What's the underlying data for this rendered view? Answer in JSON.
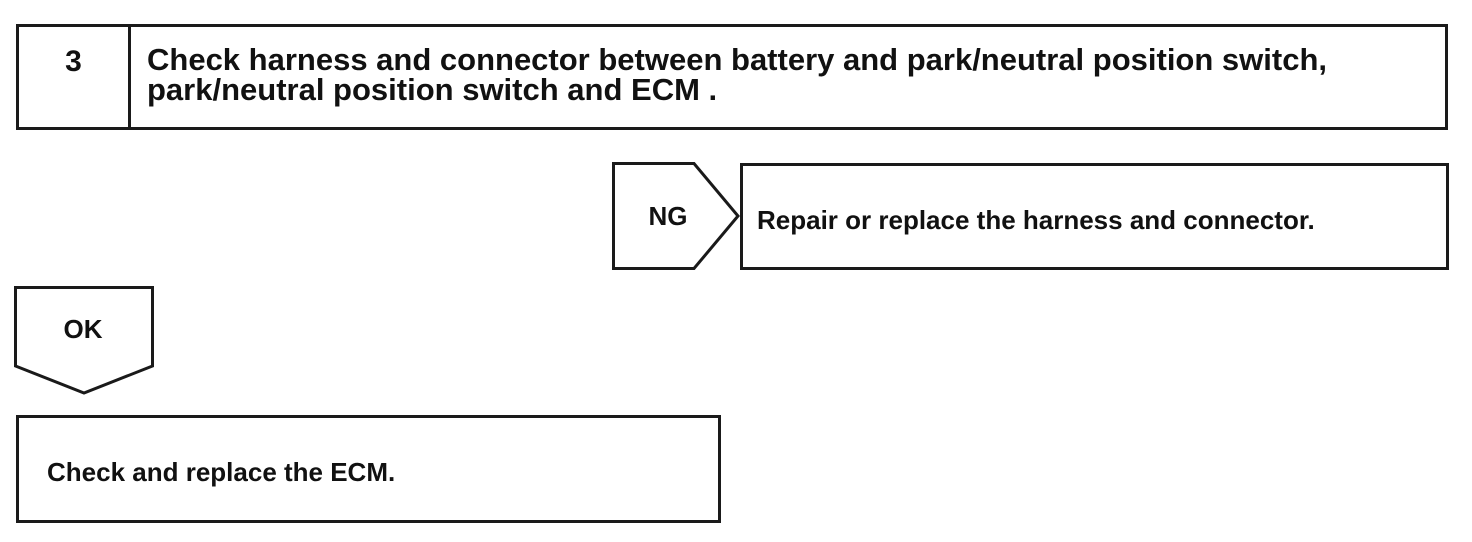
{
  "step": {
    "number": "3",
    "title": "Check harness and connector between battery and park/neutral position switch, park/neutral position switch and ECM ."
  },
  "ng_branch": {
    "label": "NG",
    "action": "Repair or replace the harness and connector."
  },
  "ok_branch": {
    "label": "OK",
    "action": "Check and replace the ECM."
  }
}
